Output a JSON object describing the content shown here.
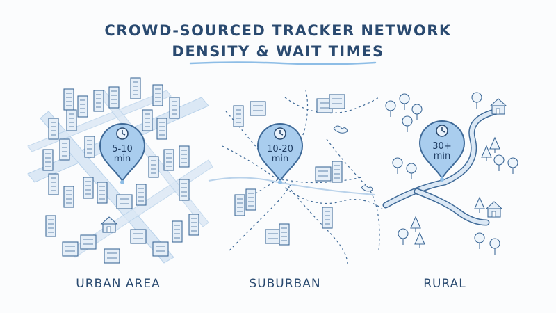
{
  "title": {
    "line1": "CROWD-SOURCED TRACKER NETWORK",
    "line2": "DENSITY & WAIT TIMES"
  },
  "zones": [
    {
      "label": "URBAN AREA",
      "wait_line1": "5-10",
      "wait_line2": "min"
    },
    {
      "label": "SUBURBAN",
      "wait_line1": "10-20",
      "wait_line2": "min"
    },
    {
      "label": "RURAL",
      "wait_line1": "30+",
      "wait_line2": "min"
    }
  ],
  "colors": {
    "ink": "#2a4a70",
    "pin_fill": "#a9cdee",
    "pin_stroke": "#3f6a98",
    "building_fill": "#e6eff8",
    "road": "#dbe8f5",
    "underline": "#8dbde6",
    "tree": "#eef5fb"
  },
  "icons": [
    "clock-icon",
    "map-pin-icon",
    "house-icon",
    "tree-icon",
    "building-icon"
  ]
}
